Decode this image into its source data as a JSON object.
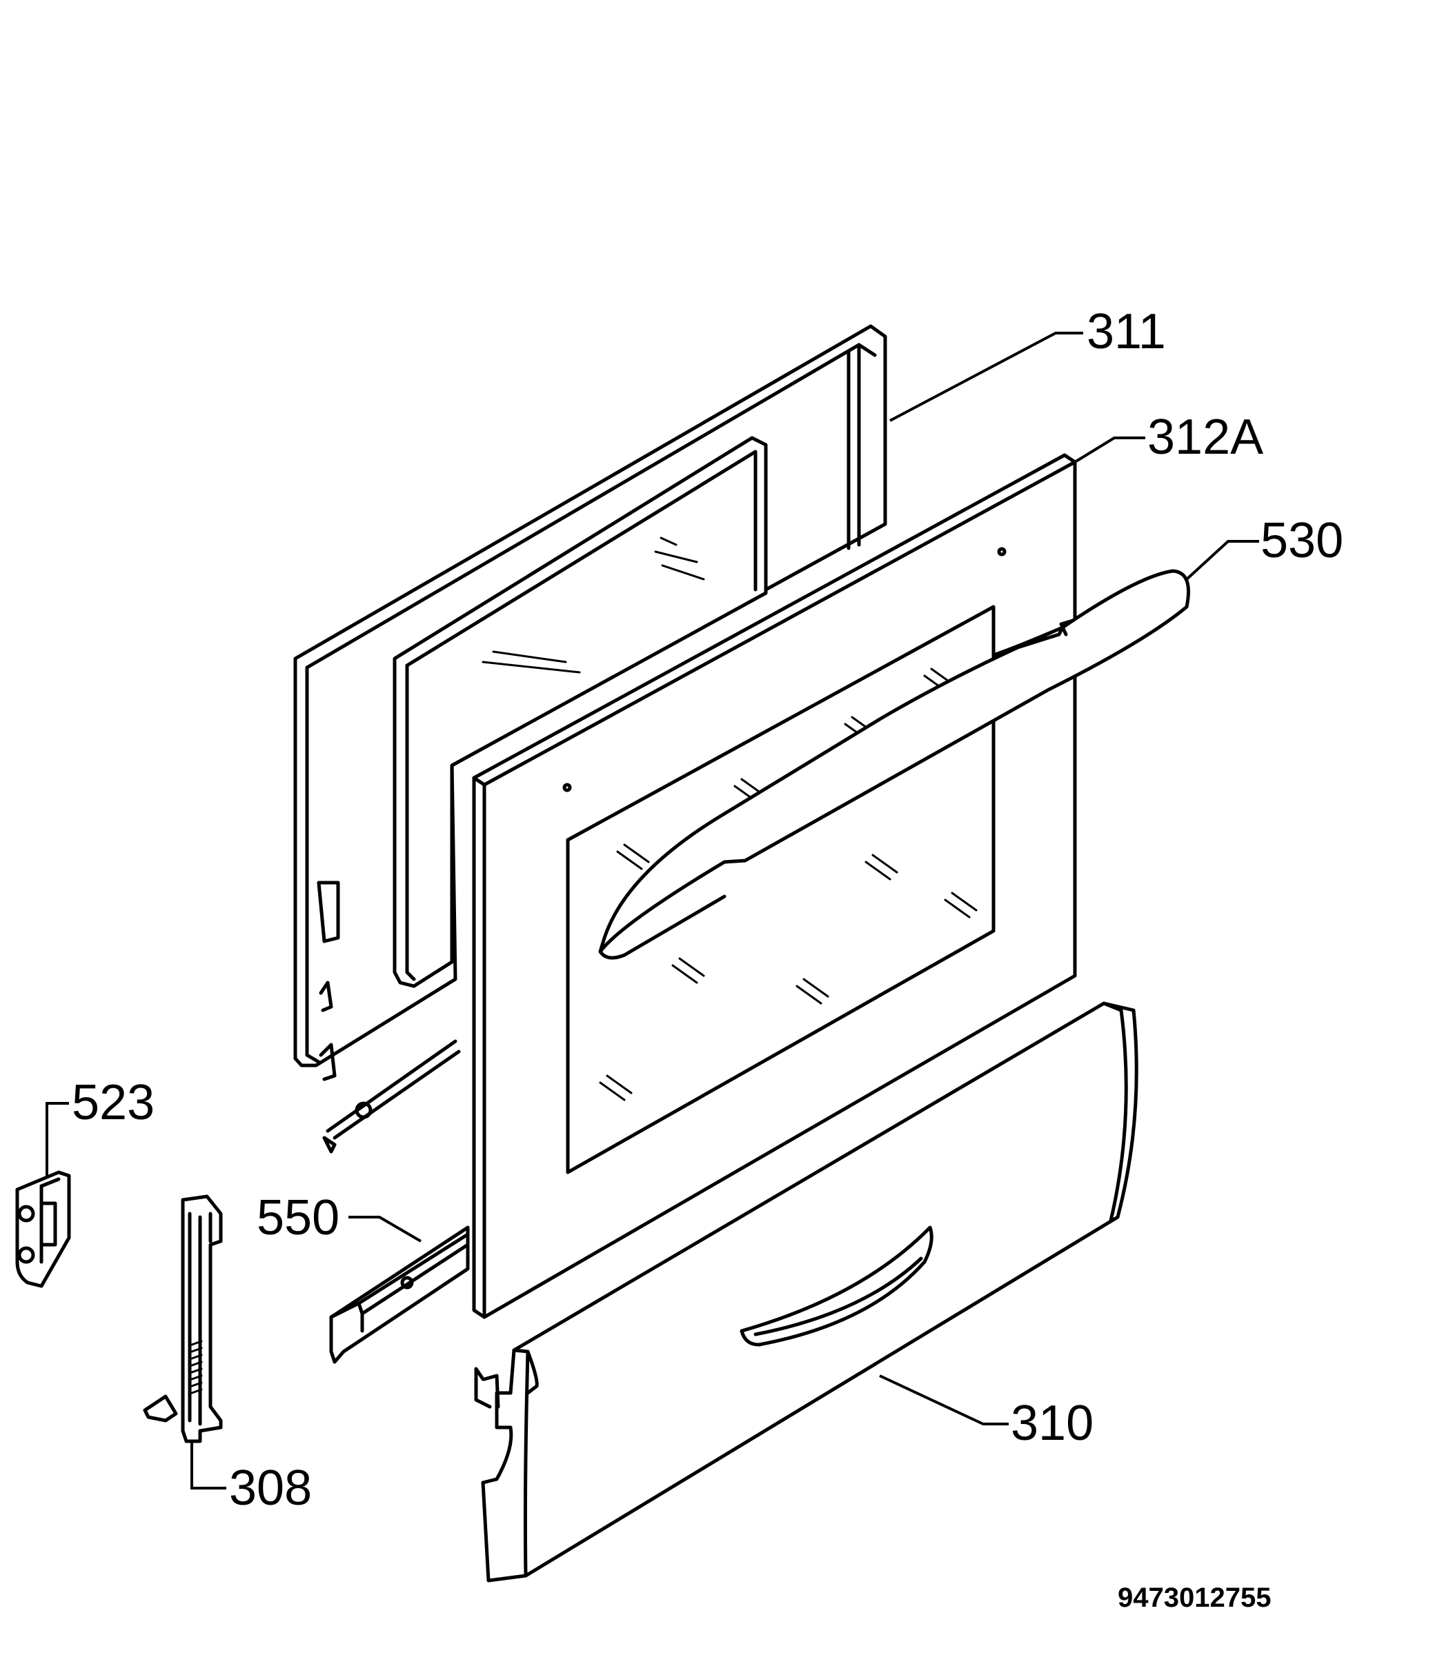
{
  "callouts": {
    "p311": "311",
    "p312a": "312A",
    "p530": "530",
    "p523": "523",
    "p550": "550",
    "p310": "310",
    "p308": "308"
  },
  "document_number": "9473012755"
}
